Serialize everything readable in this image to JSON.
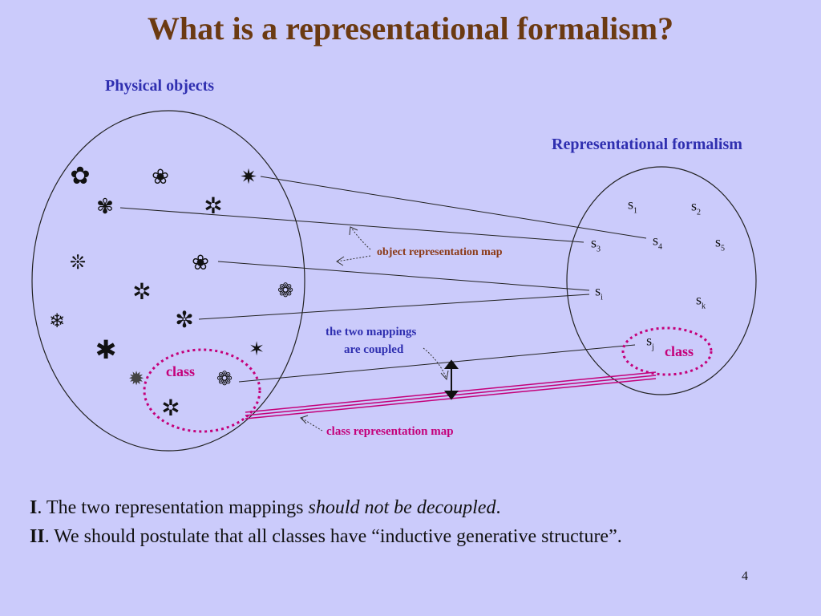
{
  "title": "What is a representational formalism?",
  "labels": {
    "physical": "Physical objects",
    "formalism": "Representational formalism",
    "object_map": "object  representation map",
    "coupled_1": "the two mappings",
    "coupled_2": "are coupled",
    "class_left": "class",
    "class_right": "class",
    "class_map": "class  representation map"
  },
  "symbols": {
    "s1": {
      "base": "s",
      "sub": "1"
    },
    "s2": {
      "base": "s",
      "sub": "2"
    },
    "s3": {
      "base": "s",
      "sub": "3"
    },
    "s4": {
      "base": "s",
      "sub": "4"
    },
    "s5": {
      "base": "s",
      "sub": "5"
    },
    "si": {
      "base": "s",
      "sub": "i"
    },
    "sk": {
      "base": "s",
      "sub": "k"
    },
    "sj": {
      "base": "s",
      "sub": "j"
    }
  },
  "objects": [
    {
      "glyph": "✿"
    },
    {
      "glyph": "❀"
    },
    {
      "glyph": "✷"
    },
    {
      "glyph": "✾"
    },
    {
      "glyph": "✲"
    },
    {
      "glyph": "❊"
    },
    {
      "glyph": "❀"
    },
    {
      "glyph": "✲"
    },
    {
      "glyph": "❁"
    },
    {
      "glyph": "❄"
    },
    {
      "glyph": "✼"
    },
    {
      "glyph": "✱"
    },
    {
      "glyph": "✶"
    },
    {
      "glyph": "✹"
    },
    {
      "glyph": "❁"
    },
    {
      "glyph": "✲"
    }
  ],
  "statements": {
    "one_num": "I",
    "one_pre": ".     The two representation mappings ",
    "one_em": "should not be decoupled",
    "one_post": ".",
    "two_num": "II",
    "two_text": ".  We should postulate that all classes have “inductive generative structure”."
  },
  "page_number": "4",
  "colors": {
    "background": "#cbcbfb",
    "title": "#6b3a12",
    "blue_label": "#2f2fb0",
    "brown_label": "#8b3a17",
    "class": "#c4007a"
  }
}
